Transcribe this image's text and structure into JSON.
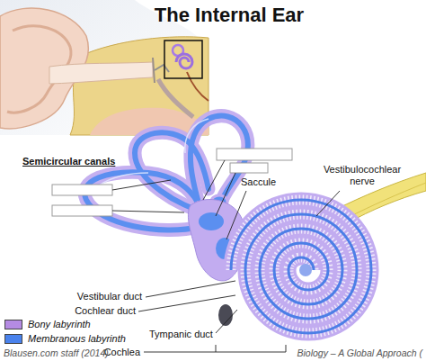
{
  "diagram": {
    "title": "The Internal Ear",
    "labels": [
      "Semicircular canals",
      "Saccule",
      "Vestibulocochlear nerve",
      "Vestibular duct",
      "Cochlear duct",
      "Tympanic duct",
      "Cochlea",
      "Blausen.com staff (2014)",
      "Biology – A Global Approach ("
    ],
    "legend": [
      {
        "text": "Bony labyrinth",
        "color": "#b58be3"
      },
      {
        "text": "Membranous labyrinth",
        "color": "#4a82ec"
      }
    ]
  }
}
